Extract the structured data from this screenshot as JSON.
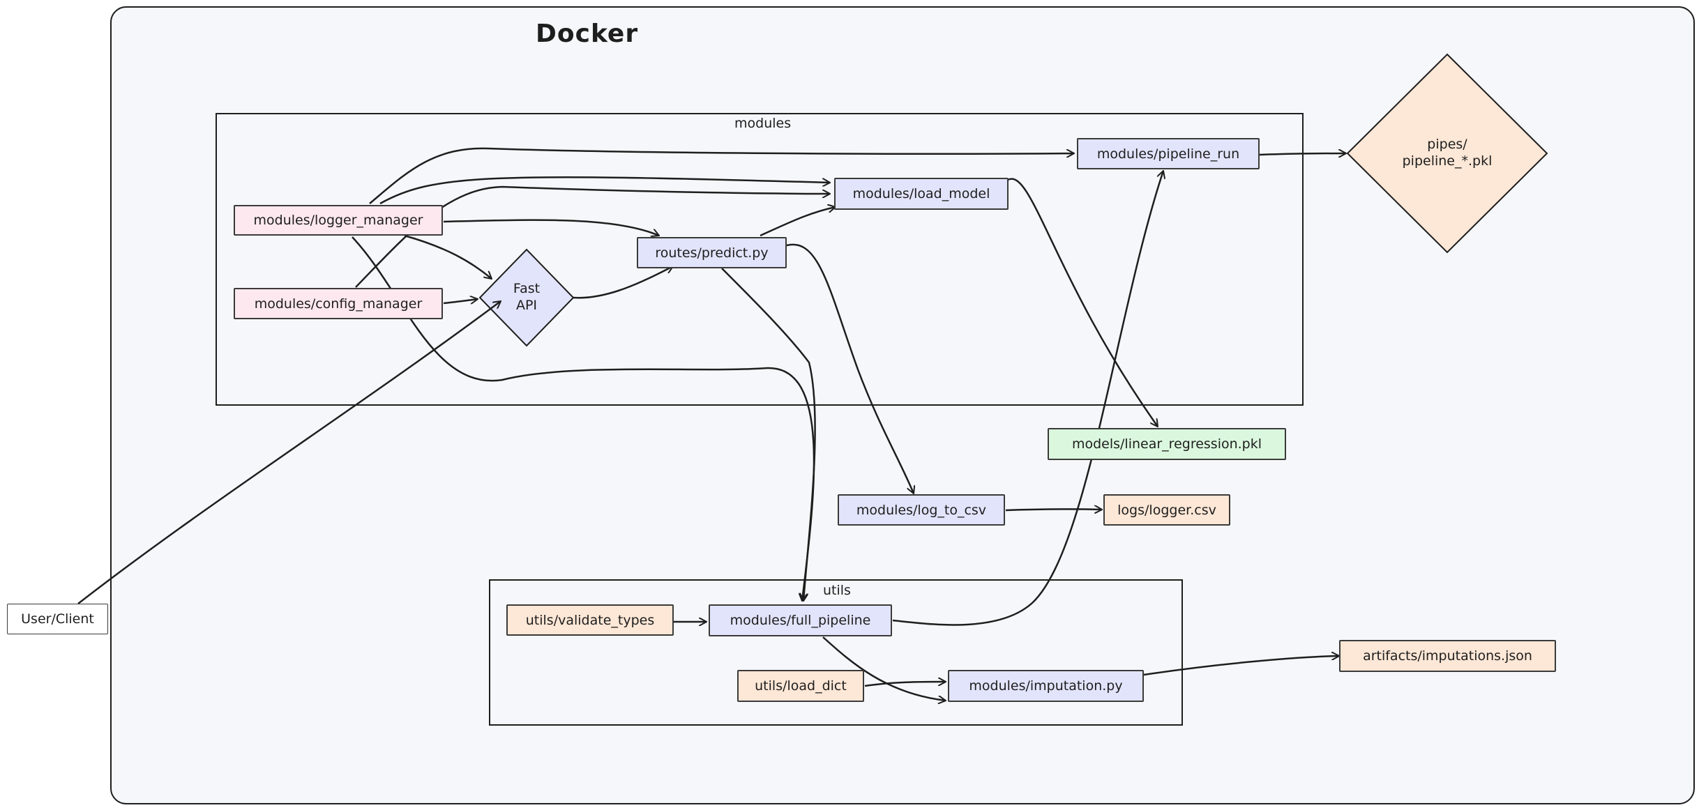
{
  "docker": {
    "title": "Docker"
  },
  "groups": {
    "modules": "modules",
    "utils": "utils"
  },
  "nodes": {
    "logger_manager": "modules/logger_manager",
    "config_manager": "modules/config_manager",
    "fastapi_line1": "Fast",
    "fastapi_line2": "API",
    "predict": "routes/predict.py",
    "load_model": "modules/load_model",
    "pipeline_run": "modules/pipeline_run",
    "pipes_line1": "pipes/",
    "pipes_line2": "pipeline_*.pkl",
    "linear_regression": "models/linear_regression.pkl",
    "log_to_csv": "modules/log_to_csv",
    "logger_csv": "logs/logger.csv",
    "validate_types": "utils/validate_types",
    "full_pipeline": "modules/full_pipeline",
    "load_dict": "utils/load_dict",
    "imputation": "modules/imputation.py",
    "imputations_json": "artifacts/imputations.json",
    "user_client": "User/Client"
  },
  "colors": {
    "pink": "#fde8ef",
    "blue": "#e2e4fb",
    "peach": "#fde7d6",
    "green": "#dbf8de",
    "stroke": "#1e1e1e",
    "docker_bg": "#f6f7fa"
  }
}
